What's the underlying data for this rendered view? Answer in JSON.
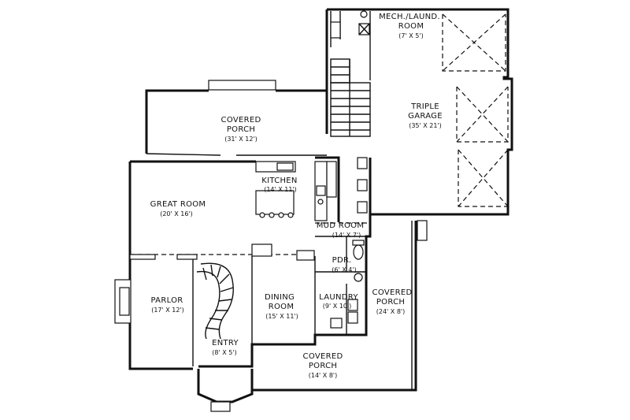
{
  "rooms": {
    "mech_laund": {
      "name_line1": "MECH./LAUND.",
      "name_line2": "ROOM",
      "size": "(7' X 5')"
    },
    "garage": {
      "name_line1": "TRIPLE",
      "name_line2": "GARAGE",
      "size": "(35' X 21')"
    },
    "covered_porch_rear": {
      "name_line1": "COVERED",
      "name_line2": "PORCH",
      "size": "(31' X 12')"
    },
    "kitchen": {
      "name": "KITCHEN",
      "size": "(14' X 11')"
    },
    "great_room": {
      "name": "GREAT ROOM",
      "size": "(20' X 16')"
    },
    "mud_room": {
      "name": "MUD ROOM",
      "size": "(14' X 7')"
    },
    "pdr": {
      "name": "PDR.",
      "size": "(6' X 4')"
    },
    "parlor": {
      "name": "PARLOR",
      "size": "(17' X 12')"
    },
    "dining_room": {
      "name_line1": "DINING",
      "name_line2": "ROOM",
      "size": "(15' X 11')"
    },
    "laundry": {
      "name": "LAUNDRY",
      "size": "(9' X 10')"
    },
    "covered_porch_side": {
      "name_line1": "COVERED",
      "name_line2": "PORCH",
      "size": "(24' X 8')"
    },
    "entry": {
      "name": "ENTRY",
      "size": "(8' X 5')"
    },
    "covered_porch_front": {
      "name_line1": "COVERED",
      "name_line2": "PORCH",
      "size": "(14' X 8')"
    }
  }
}
